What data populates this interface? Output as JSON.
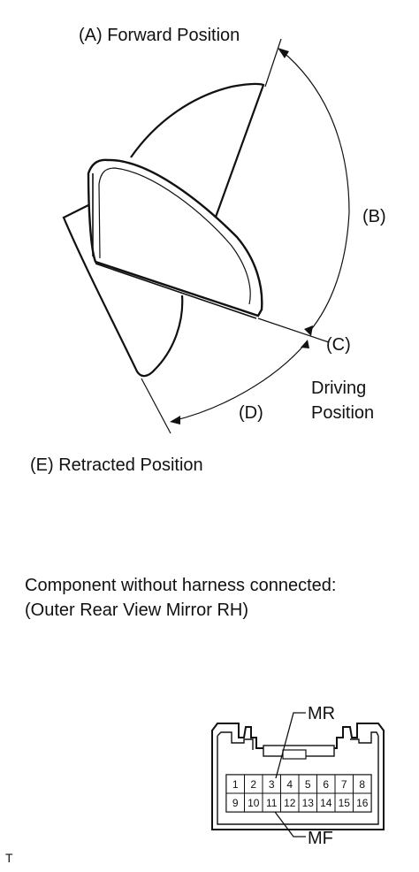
{
  "mirror_diagram": {
    "label_a": "(A) Forward Position",
    "label_b": "(B)",
    "label_c": "(C)",
    "label_d": "(D)",
    "label_e": "(E) Retracted Position",
    "driving_line1": "Driving",
    "driving_line2": "Position"
  },
  "component": {
    "heading_line1": "Component without harness connected:",
    "heading_line2": "(Outer Rear View Mirror RH)"
  },
  "connector": {
    "label_mr": "MR",
    "label_mf": "MF",
    "pins_top": [
      "1",
      "2",
      "3",
      "4",
      "5",
      "6",
      "7",
      "8"
    ],
    "pins_bottom": [
      "9",
      "10",
      "11",
      "12",
      "13",
      "14",
      "15",
      "16"
    ]
  },
  "footer": {
    "mark": "T"
  }
}
